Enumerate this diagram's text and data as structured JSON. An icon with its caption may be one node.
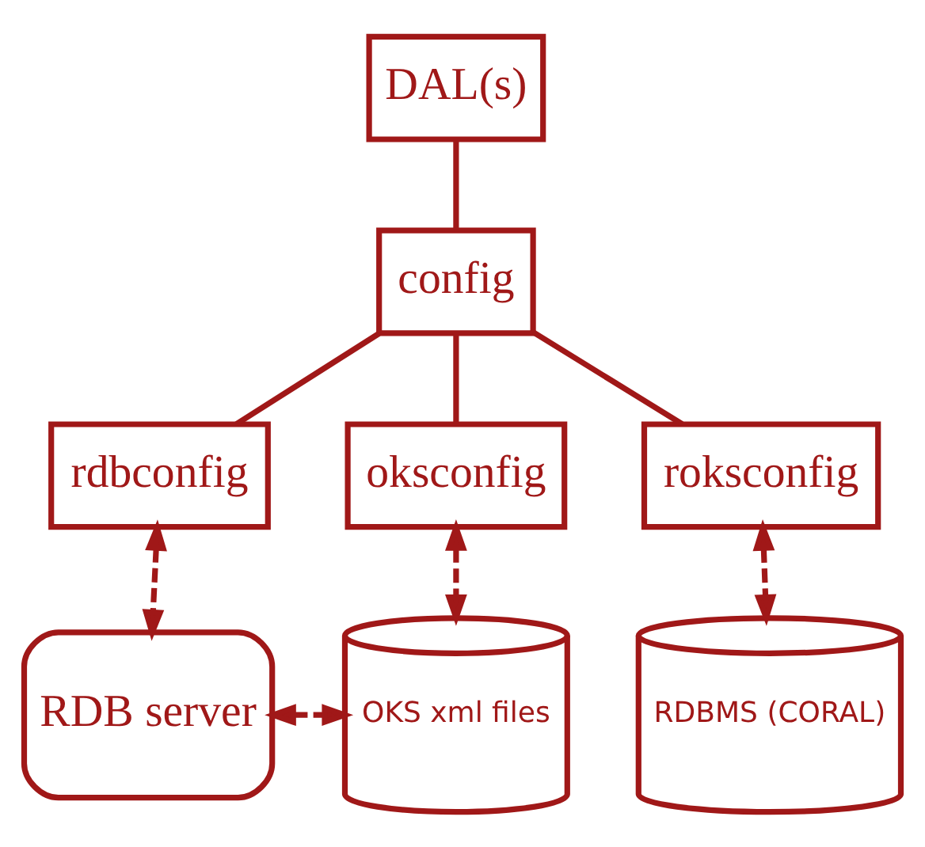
{
  "diagram": {
    "nodes": [
      {
        "text": [
          "DAL(s)"
        ]
      },
      {
        "text": [
          "config"
        ]
      },
      {
        "text": [
          "rdbconfig"
        ]
      },
      {
        "text": [
          "oksconfig"
        ]
      },
      {
        "text": [
          "roksconfig"
        ]
      },
      {
        "text": [
          "RDB server"
        ]
      },
      {
        "text": [
          "OKS xml files"
        ]
      },
      {
        "text": [
          "RDBMS (CORAL)"
        ]
      }
    ],
    "edges": [
      {
        "from": 0,
        "to": 1,
        "arrow": "none"
      },
      {
        "from": 1,
        "to": 2,
        "arrow": "none"
      },
      {
        "from": 1,
        "to": 3,
        "arrow": "none"
      },
      {
        "from": 1,
        "to": 4,
        "arrow": "none"
      },
      {
        "from": 2,
        "to": 5,
        "arrow": "both",
        "style": "dashed"
      },
      {
        "from": 3,
        "to": 6,
        "arrow": "both",
        "style": "dashed"
      },
      {
        "from": 4,
        "to": 7,
        "arrow": "both",
        "style": "dashed"
      },
      {
        "from": 5,
        "to": 6,
        "arrow": "both",
        "style": "dashed"
      }
    ]
  }
}
